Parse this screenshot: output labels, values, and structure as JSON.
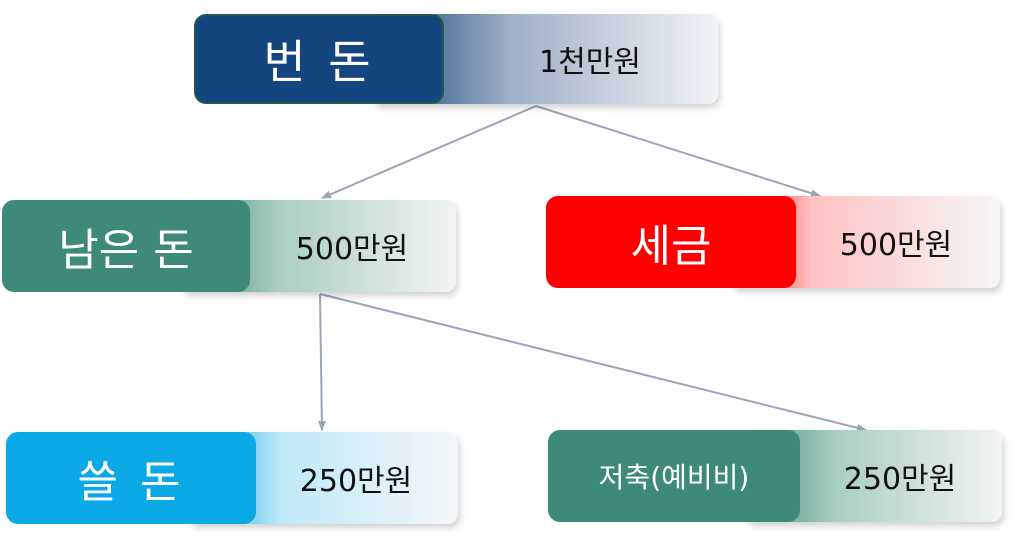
{
  "nodes": {
    "total": {
      "label": "번 돈",
      "value": "1천만원"
    },
    "remaining": {
      "label": "남은 돈",
      "value": "500만원"
    },
    "tax": {
      "label": "세금",
      "value": "500만원"
    },
    "spending": {
      "label": "쓸 돈",
      "value": "250만원"
    },
    "savings": {
      "label": "저축(예비비)",
      "value": "250만원"
    }
  },
  "colors": {
    "total": "#15457f",
    "remaining": "#3e8a78",
    "tax": "#ff0000",
    "spending": "#0aa9e6",
    "savings": "#3e8a78",
    "arrow": "#9aa6b6"
  }
}
